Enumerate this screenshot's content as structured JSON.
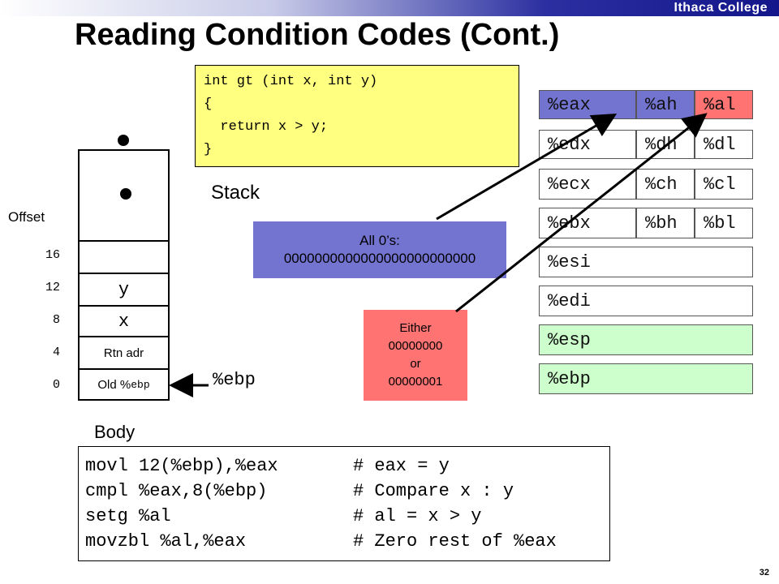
{
  "header": {
    "college": "Ithaca College",
    "title": "Reading Condition Codes (Cont.)"
  },
  "code": [
    "int gt (int x, int y)",
    "{",
    "  return x > y;",
    "}"
  ],
  "labels": {
    "stack": "Stack",
    "offset": "Offset",
    "ebp": "%ebp",
    "body": "Body"
  },
  "stack": {
    "cells": [
      {
        "label": "y",
        "offset": "12"
      },
      {
        "label": "x",
        "offset": "8"
      },
      {
        "label": "Rtn adr",
        "offset": "4"
      },
      {
        "label_prefix": "Old %",
        "label_reg": "ebp",
        "offset": "0"
      }
    ],
    "empty_offset": "16"
  },
  "body_code": [
    {
      "instr": "movl 12(%ebp),%eax",
      "comment": "# eax = y"
    },
    {
      "instr": "cmpl %eax,8(%ebp)",
      "comment": "# Compare x : y"
    },
    {
      "instr": "setg %al",
      "comment": "# al = x > y"
    },
    {
      "instr": "movzbl %al,%eax",
      "comment": "# Zero rest of %eax"
    }
  ],
  "zeros_box": {
    "line1": "All 0’s:",
    "line2": "0000000000000000000000000"
  },
  "either_box": {
    "line1": "Either",
    "line2": "00000000",
    "line3": "or",
    "line4": "00000001"
  },
  "registers": {
    "eax": [
      "%eax",
      "%ah",
      "%al"
    ],
    "edx": [
      "%edx",
      "%dh",
      "%dl"
    ],
    "ecx": [
      "%ecx",
      "%ch",
      "%cl"
    ],
    "ebx": [
      "%ebx",
      "%bh",
      "%bl"
    ],
    "esi": "%esi",
    "edi": "%edi",
    "esp": "%esp",
    "ebp": "%ebp"
  },
  "colors": {
    "eax_bg": "#7373d0",
    "al_bg": "#ff7373",
    "zeros_bg": "#7373d0",
    "either_bg": "#ff7373",
    "code_bg": "#ffff80",
    "green_reg": "#ccffcc"
  },
  "page_number": "32"
}
